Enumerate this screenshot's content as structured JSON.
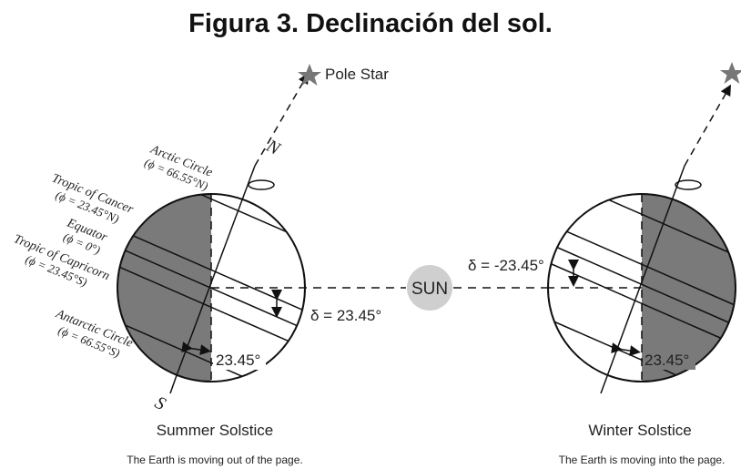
{
  "title": "Figura 3. Declinación del sol.",
  "sun": {
    "label": "SUN"
  },
  "pole_star": {
    "label": "Pole Star"
  },
  "summer": {
    "name": "Summer Solstice",
    "caption": "The Earth is moving out of the page.",
    "axis_n": "N",
    "axis_s": "S",
    "declination": "δ = 23.45°",
    "tilt_angle": "23.45°",
    "circles": {
      "arctic": {
        "name": "Arctic Circle",
        "lat": "(ϕ = 66.55°N)"
      },
      "cancer": {
        "name": "Tropic of Cancer",
        "lat": "(ϕ = 23.45°N)"
      },
      "equator": {
        "name": "Equator",
        "lat": "(ϕ = 0°)"
      },
      "capricorn": {
        "name": "Tropic of Capricorn",
        "lat": "(ϕ = 23.45°S)"
      },
      "antarctic": {
        "name": "Antarctic Circle",
        "lat": "(ϕ = 66.55°S)"
      }
    }
  },
  "winter": {
    "name": "Winter Solstice",
    "caption": "The Earth is moving into the page.",
    "declination": "δ = -23.45°",
    "tilt_angle": "23.45°"
  },
  "colors": {
    "night_side": "#7a7a7a",
    "sun_fill": "#cfcfcf",
    "line": "#111111"
  }
}
